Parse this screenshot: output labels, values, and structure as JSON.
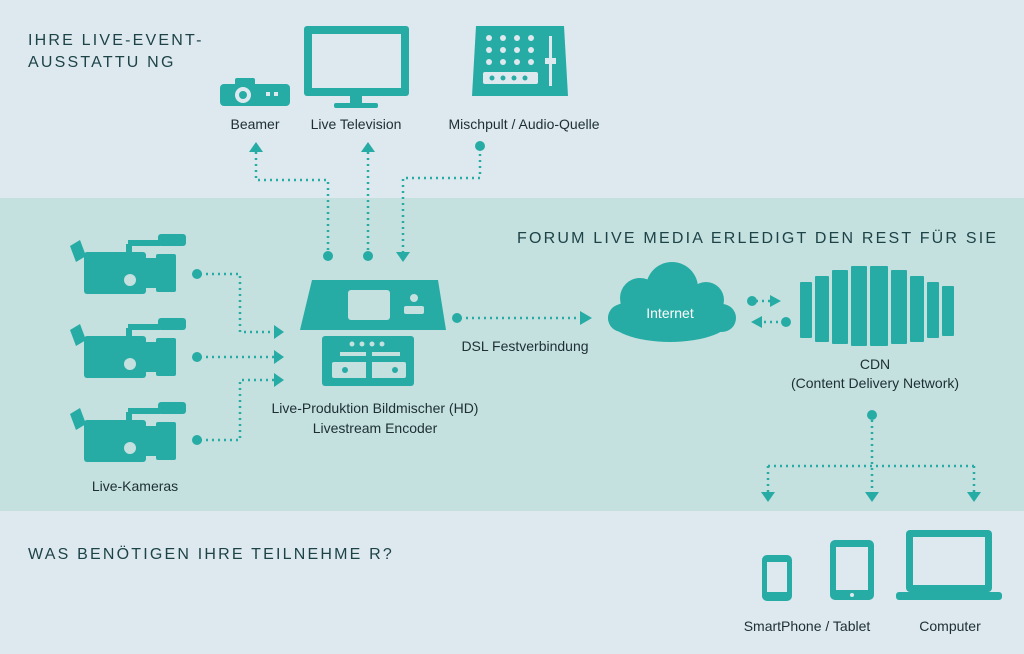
{
  "colors": {
    "teal": "#26aca5",
    "dark_text": "#1d2f33",
    "band_light": "#dde9ef",
    "band_mid": "#c4e0df"
  },
  "headings": {
    "equipment": "IHRE LIVE-EVENT-\nAUSSTATTU NG",
    "rest": "FORUM LIVE MEDIA ERLEDIGT DEN REST FÜR SIE",
    "participants": "WAS BENÖTIGEN IHRE TEILNEHME R?"
  },
  "devices": {
    "beamer": "Beamer",
    "television": "Live Television",
    "mixer": "Mischpult /  Audio-Quelle"
  },
  "production": {
    "line1": "Live-Produktion Bildmischer (HD)",
    "line2": "Livestream Encoder"
  },
  "cameras_label": "Live-Kameras",
  "dsl_label": "DSL Festverbindung",
  "internet_label": "Internet",
  "cdn": {
    "line1": "CDN",
    "line2": "(Content Delivery  Network)"
  },
  "endpoints": {
    "mobile": "SmartPhone / Tablet",
    "computer": "Computer"
  },
  "icons": [
    "projector-icon",
    "tv-icon",
    "mixer-icon",
    "camera-icon",
    "encoder-icon",
    "cloud-icon",
    "server-icon",
    "smartphone-icon",
    "tablet-icon",
    "laptop-icon"
  ]
}
